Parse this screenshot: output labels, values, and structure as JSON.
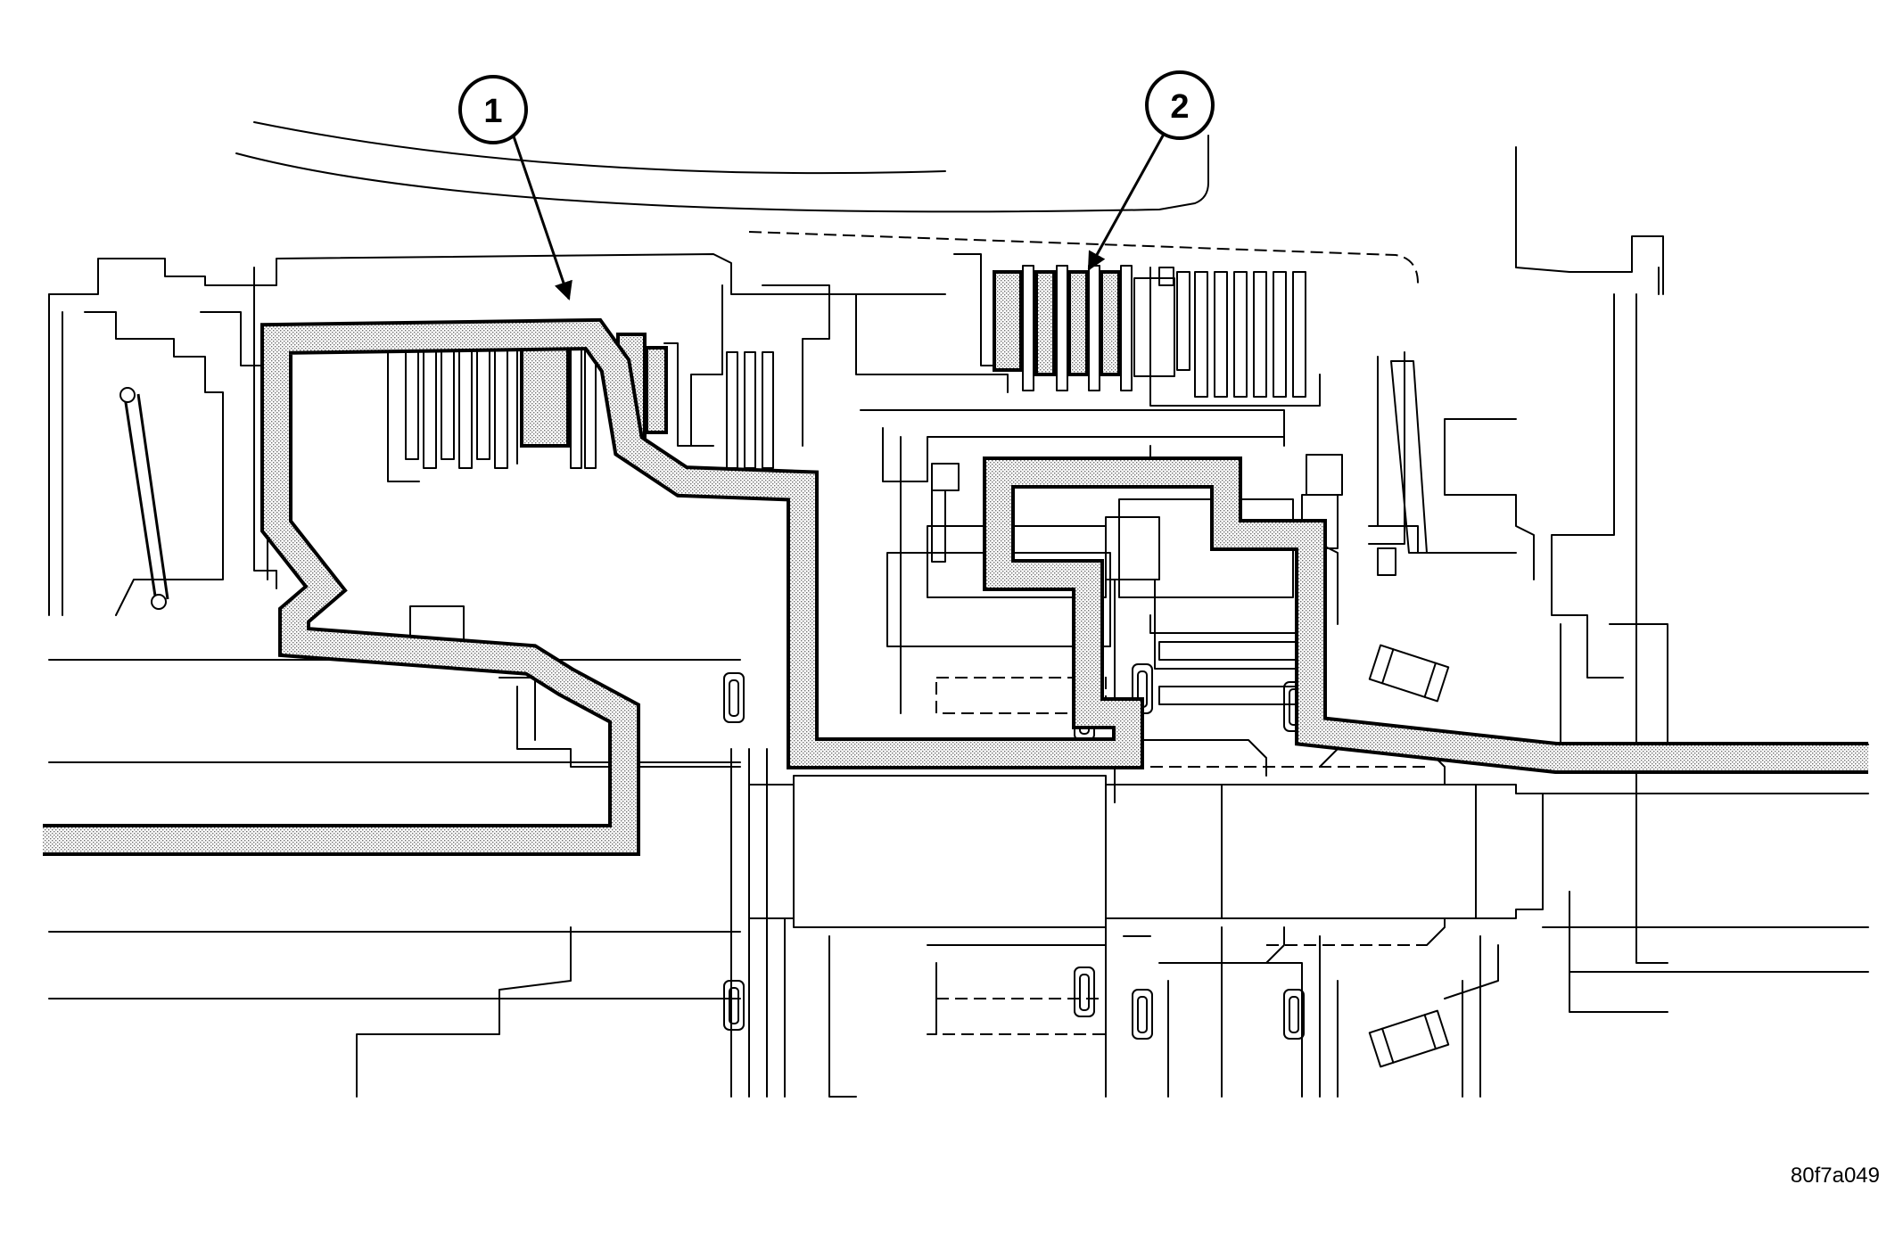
{
  "diagram": {
    "callouts": [
      {
        "label": "1"
      },
      {
        "label": "2"
      }
    ],
    "figure_code": "80f7a049",
    "colors": {
      "line": "#000000",
      "background": "#ffffff",
      "stipple": "#9a9a9a"
    }
  }
}
